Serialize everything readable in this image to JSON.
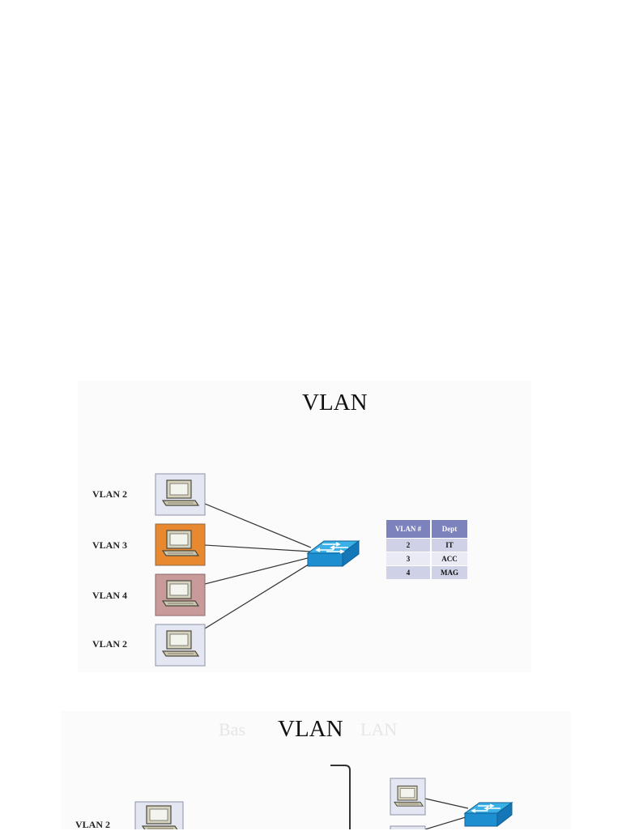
{
  "slide1": {
    "title": "VLAN",
    "hosts": [
      {
        "label": "VLAN 2",
        "box_color": "#e4e7f2"
      },
      {
        "label": "VLAN 3",
        "box_color": "#e9892f"
      },
      {
        "label": "VLAN 4",
        "box_color": "#c99a9a"
      },
      {
        "label": "VLAN 2",
        "box_color": "#e4e7f2"
      }
    ],
    "table": {
      "headers": [
        "VLAN #",
        "Dept"
      ],
      "rows": [
        [
          "2",
          "IT"
        ],
        [
          "3",
          "ACC"
        ],
        [
          "4",
          "MAG"
        ]
      ]
    }
  },
  "slide2": {
    "title": "VLAN",
    "ghost_title_left": "Bas",
    "ghost_title_right": "LAN",
    "host_label": "VLAN 2"
  },
  "colors": {
    "switch_top": "#3ab0e6",
    "switch_side": "#1577b8",
    "table_header": "#7b82bc",
    "link": "#333333"
  }
}
